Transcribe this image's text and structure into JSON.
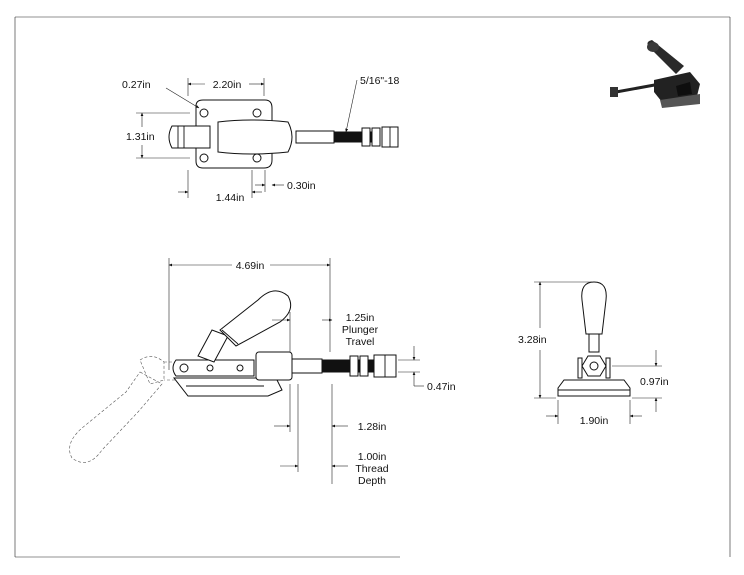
{
  "views": {
    "top": {
      "dims": {
        "hole_offset": "0.27in",
        "base_length": "2.20in",
        "thread": "5/16\"-18",
        "base_width": "1.31in",
        "hole_spacing": "1.44in",
        "edge_offset": "0.30in"
      }
    },
    "side": {
      "dims": {
        "overall_length": "4.69in",
        "plunger_travel": [
          "1.25in",
          "Plunger",
          "Travel"
        ],
        "plunger_height": "0.47in",
        "plunger_extension": "1.28in",
        "thread_depth": [
          "1.00in",
          "Thread",
          "Depth"
        ]
      }
    },
    "front": {
      "dims": {
        "height": "3.28in",
        "base_height": "0.97in",
        "base_width": "1.90in"
      }
    }
  },
  "colors": {
    "ink": "#111111",
    "background": "#ffffff",
    "iso_body": "#2a2a2a"
  },
  "icons": {
    "iso_preview": "toggle-clamp-isometric-icon"
  }
}
